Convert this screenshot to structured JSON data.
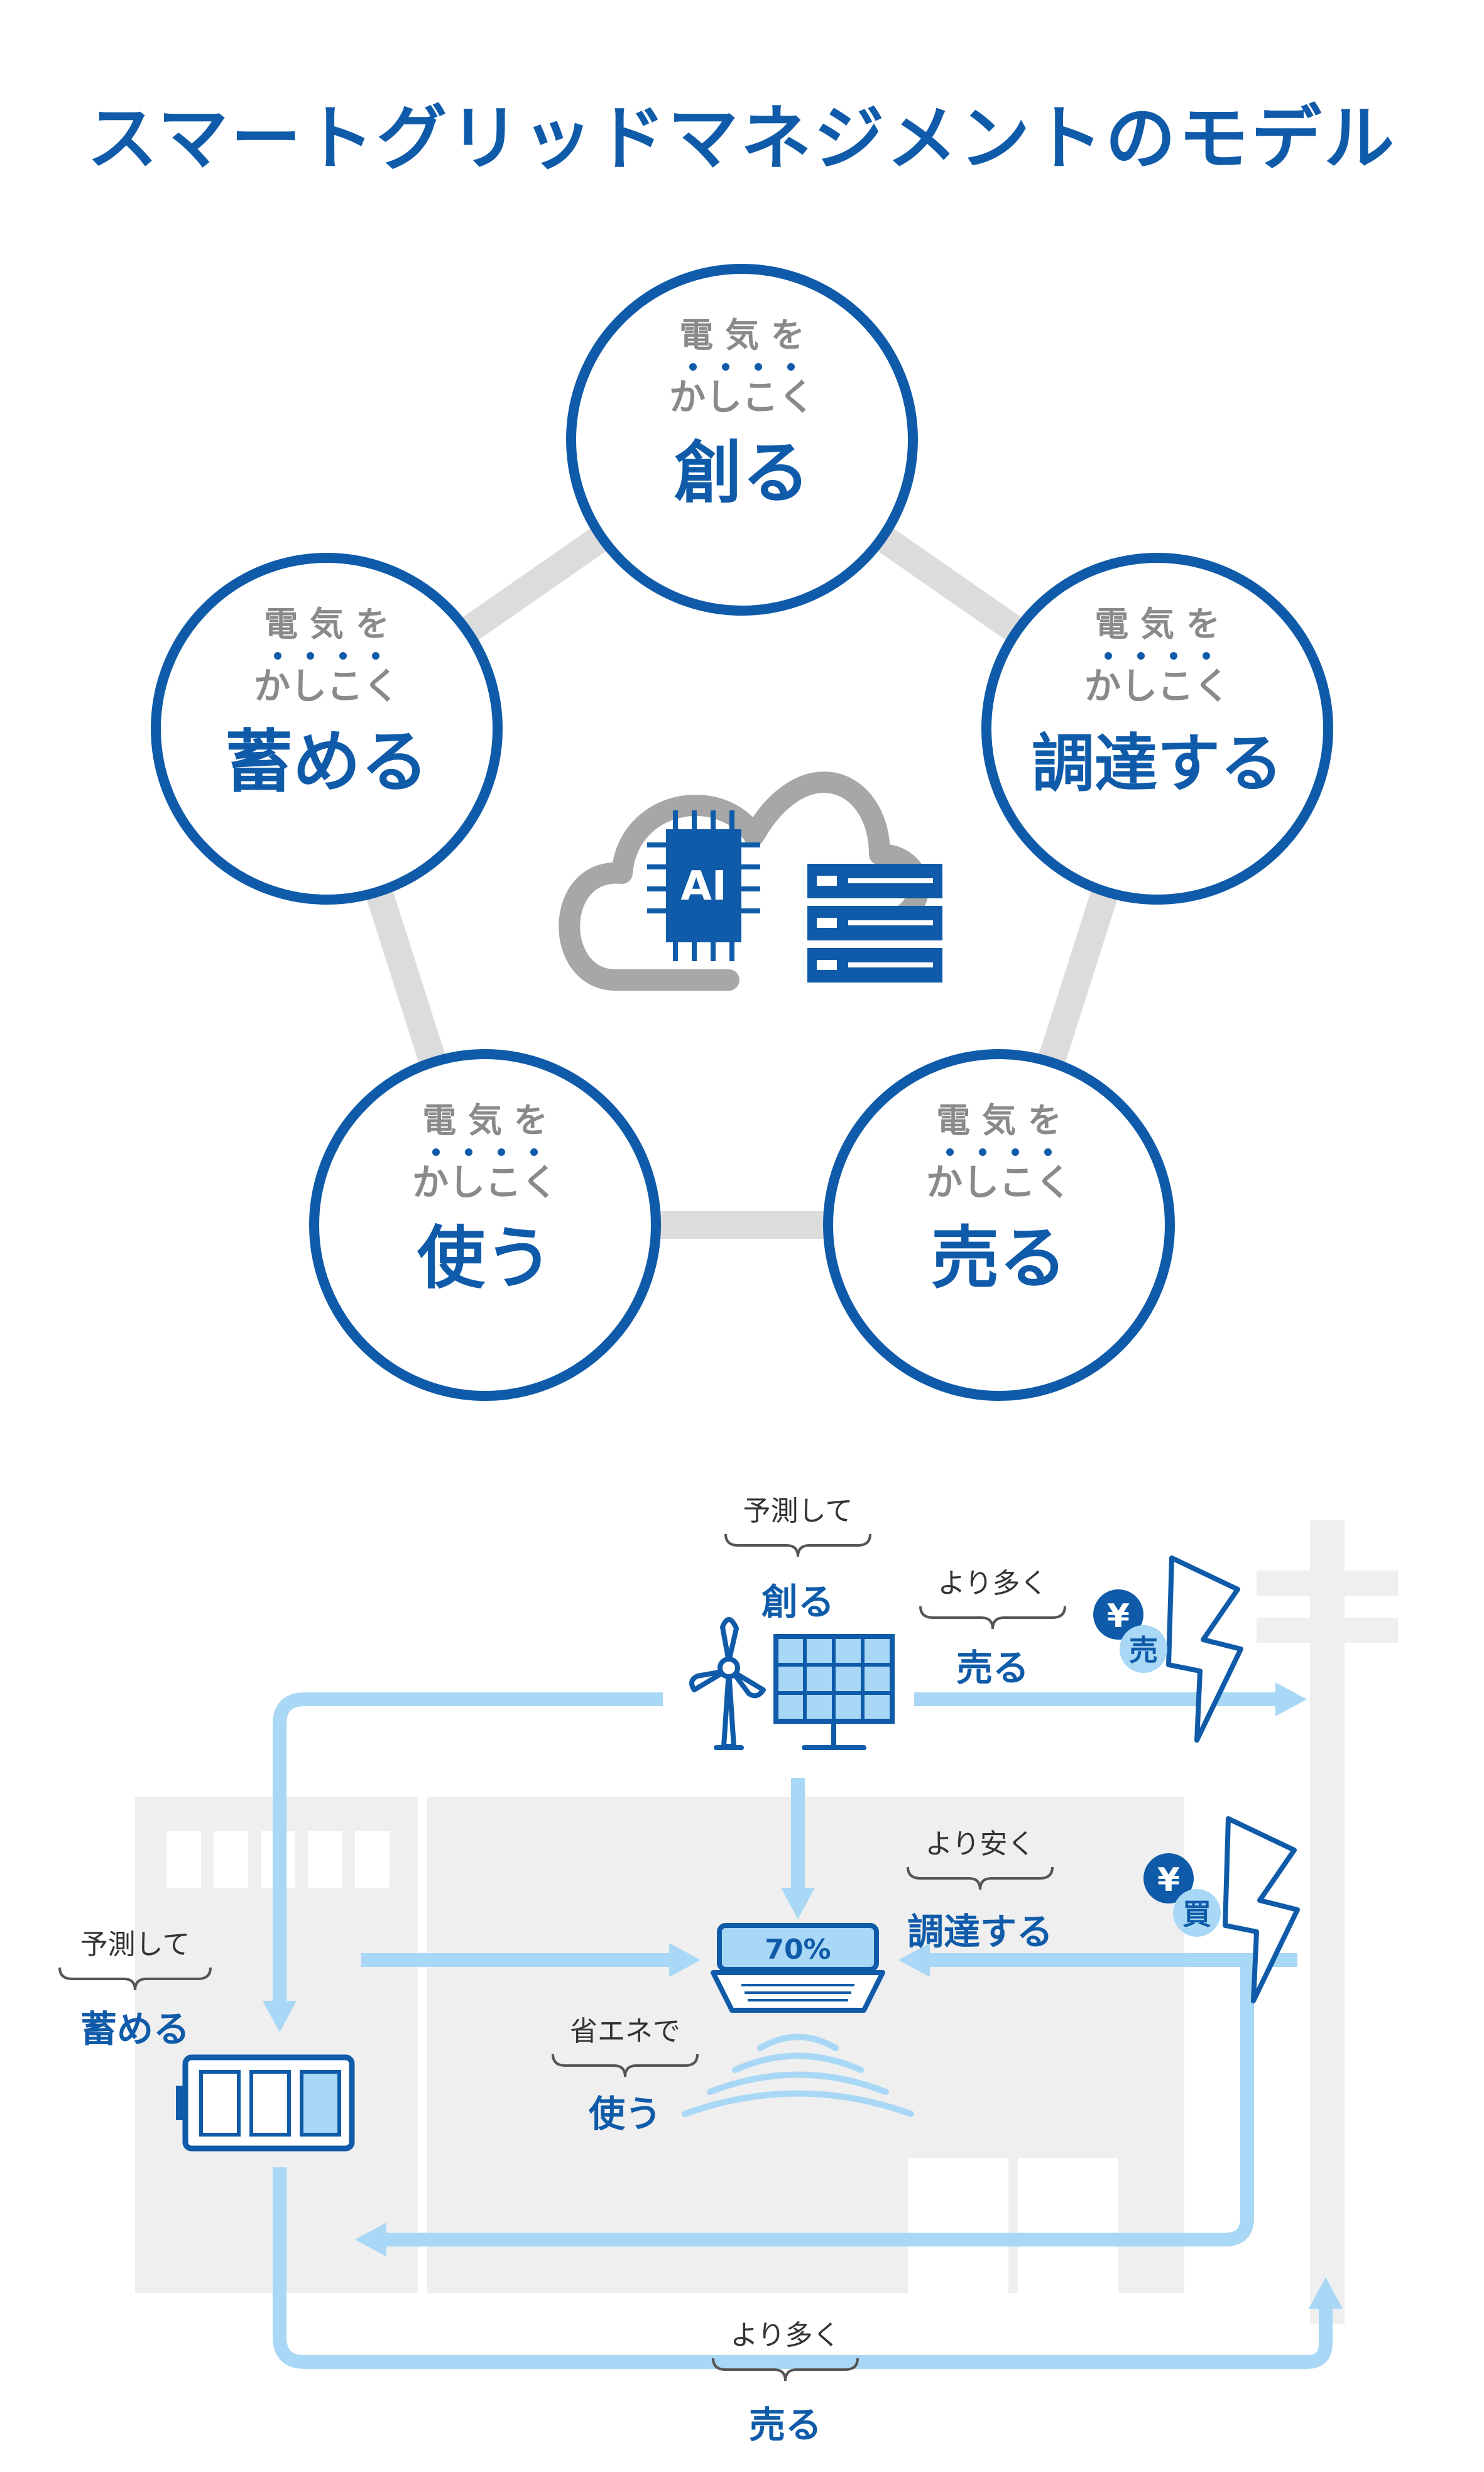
{
  "title": "スマートグリッドマネジメントのモデル",
  "colors": {
    "primary": "#0f5ba9",
    "light_blue": "#a8d8f5",
    "gray_text": "#8a8a8a",
    "ring_gray": "#dcdcdc",
    "bg_gray": "#f0f0f0"
  },
  "top_diagram": {
    "center_chip_label": "AI",
    "circles": [
      {
        "id": "create",
        "line1": "電 気 を",
        "line2": "かしこく",
        "main": "創る"
      },
      {
        "id": "procure",
        "line1": "電 気 を",
        "line2": "かしこく",
        "main": "調達する"
      },
      {
        "id": "sell",
        "line1": "電 気 を",
        "line2": "かしこく",
        "main": "売る"
      },
      {
        "id": "use",
        "line1": "電 気 を",
        "line2": "かしこく",
        "main": "使う"
      },
      {
        "id": "store",
        "line1": "電 気 を",
        "line2": "かしこく",
        "main": "蓄める"
      }
    ]
  },
  "bottom_diagram": {
    "create": {
      "note": "予測して",
      "label": "創る"
    },
    "sell_top": {
      "note": "より多く",
      "label": "売る",
      "badge": "売",
      "yen": "¥"
    },
    "procure": {
      "note": "より安く",
      "label": "調達する",
      "badge": "買",
      "yen": "¥"
    },
    "store": {
      "note": "予測して",
      "label": "蓄める"
    },
    "use": {
      "note": "省エネで",
      "label": "使う"
    },
    "ac_display": "70%",
    "sell_bottom": {
      "note": "より多く",
      "label": "売る"
    }
  }
}
